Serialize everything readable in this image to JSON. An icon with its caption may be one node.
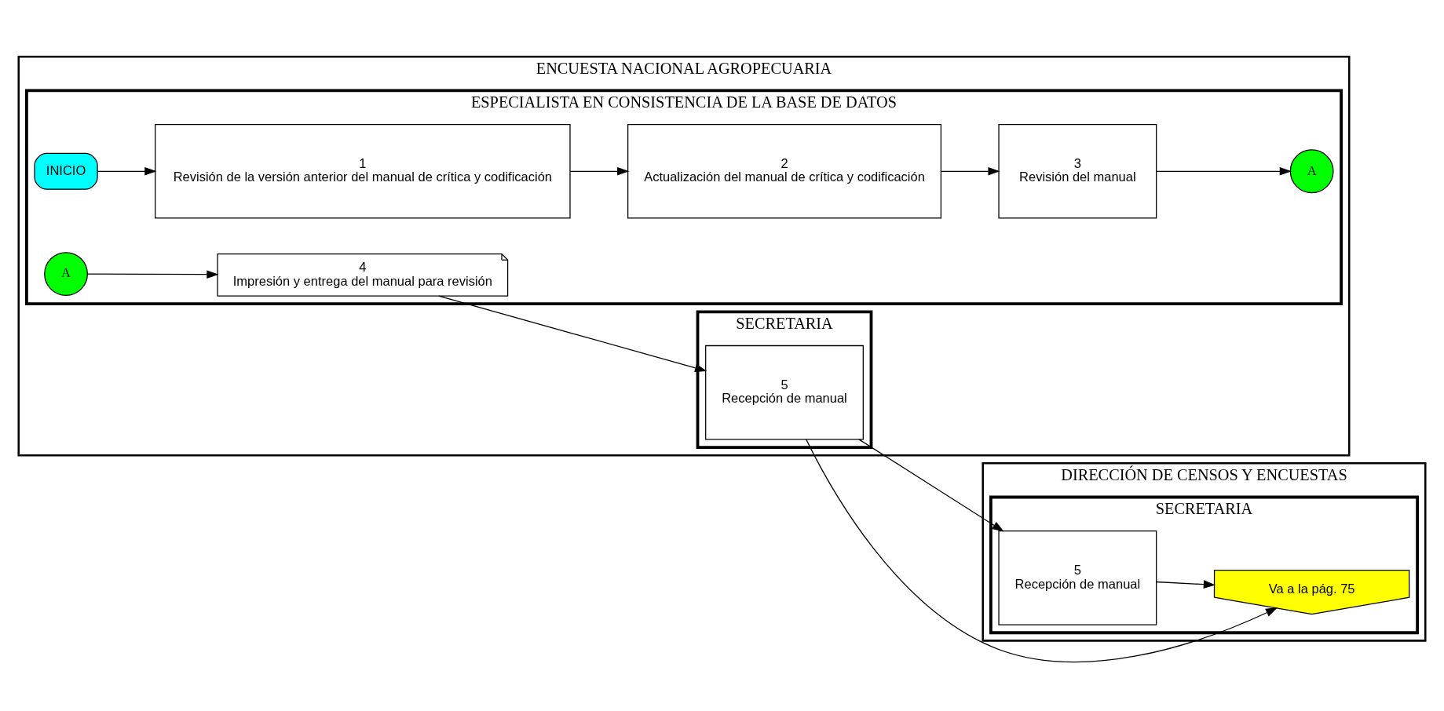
{
  "diagram": {
    "nodes": [
      {
        "text": [
          "ENCUESTA NACIONAL AGROPECUARIA"
        ]
      },
      {
        "text": [
          "DIRECCIÓN DE CENSOS Y ENCUESTAS"
        ]
      },
      {
        "text": [
          "ESPECIALISTA EN CONSISTENCIA DE LA BASE DE DATOS"
        ],
        "in": 0
      },
      {
        "text": [
          "SECRETARIA"
        ],
        "in": 0
      },
      {
        "text": [
          "SECRETARIA"
        ],
        "in": 1
      },
      {
        "text": [
          "INICIO"
        ],
        "in": 2
      },
      {
        "text": [
          "1",
          "Revisión de la versión anterior del manual de crítica y codificación"
        ],
        "in": 2
      },
      {
        "text": [
          "2",
          "Actualización del manual de crítica y codificación"
        ],
        "in": 2
      },
      {
        "text": [
          "3",
          "Revisión del manual"
        ],
        "in": 2
      },
      {
        "text": [
          "A"
        ],
        "in": 2
      },
      {
        "text": [
          "A"
        ],
        "in": 2
      },
      {
        "text": [
          "4",
          "Impresión y entrega del manual para revisión"
        ],
        "in": 2
      },
      {
        "text": [
          "5",
          "Recepción de manual"
        ],
        "in": 3
      },
      {
        "text": [
          "5",
          "Recepción de manual"
        ],
        "in": 4
      },
      {
        "text": [
          "Va a la pág. 75"
        ],
        "in": 4
      }
    ],
    "edges": [
      {
        "from": 5,
        "to": 6,
        "arrow": "to"
      },
      {
        "from": 6,
        "to": 7,
        "arrow": "to"
      },
      {
        "from": 7,
        "to": 8,
        "arrow": "to"
      },
      {
        "from": 8,
        "to": 9,
        "arrow": "to"
      },
      {
        "from": 10,
        "to": 11,
        "arrow": "to"
      },
      {
        "from": 11,
        "to": 12,
        "arrow": "to"
      },
      {
        "from": 12,
        "to": 13,
        "arrow": "to"
      },
      {
        "from": 13,
        "to": 14,
        "arrow": "to"
      },
      {
        "from": 12,
        "to": 14,
        "arrow": "to"
      }
    ]
  }
}
